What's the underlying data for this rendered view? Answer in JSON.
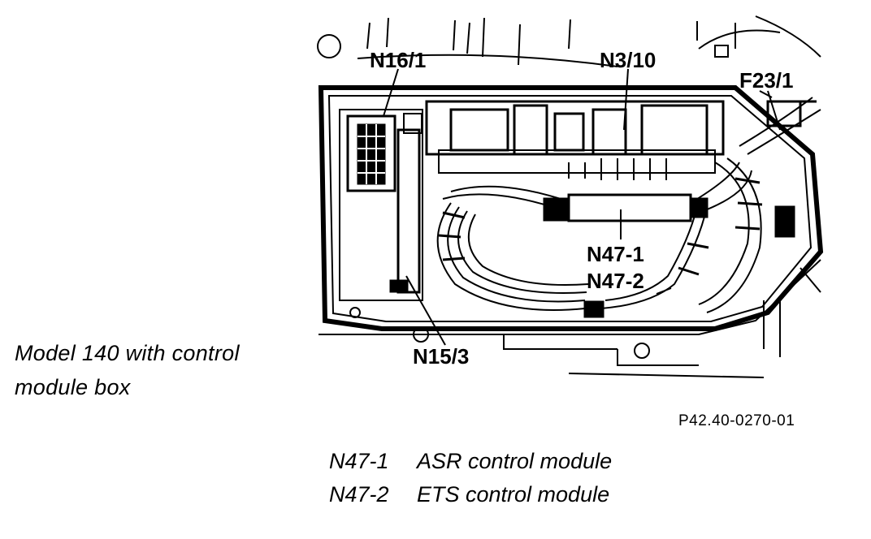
{
  "caption": {
    "line1": "Model 140 with control",
    "line2": "module box"
  },
  "figure_id": "P42.40-0270-01",
  "callouts": {
    "n16_1": "N16/1",
    "n3_10": "N3/10",
    "f23_1": "F23/1",
    "n47_1": "N47-1",
    "n47_2": "N47-2",
    "n15_3": "N15/3"
  },
  "legend": [
    {
      "code": "N47-1",
      "description": "ASR control module"
    },
    {
      "code": "N47-2",
      "description": "ETS control module"
    }
  ]
}
